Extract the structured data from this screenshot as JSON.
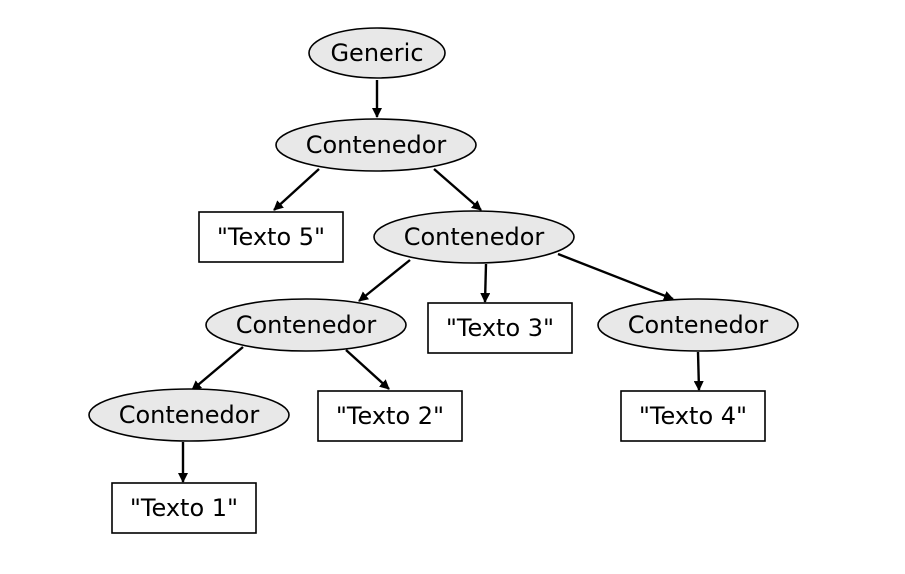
{
  "diagram": {
    "type": "tree",
    "node_fill": "#e8e8e8",
    "nodes": [
      {
        "id": "generic",
        "label": "Generic",
        "shape": "ellipse"
      },
      {
        "id": "c1",
        "label": "Contenedor",
        "shape": "ellipse"
      },
      {
        "id": "t5",
        "label": "\"Texto 5\"",
        "shape": "box"
      },
      {
        "id": "c2",
        "label": "Contenedor",
        "shape": "ellipse"
      },
      {
        "id": "c3",
        "label": "Contenedor",
        "shape": "ellipse"
      },
      {
        "id": "t3",
        "label": "\"Texto 3\"",
        "shape": "box"
      },
      {
        "id": "c4",
        "label": "Contenedor",
        "shape": "ellipse"
      },
      {
        "id": "c5",
        "label": "Contenedor",
        "shape": "ellipse"
      },
      {
        "id": "t2",
        "label": "\"Texto 2\"",
        "shape": "box"
      },
      {
        "id": "t4",
        "label": "\"Texto 4\"",
        "shape": "box"
      },
      {
        "id": "t1",
        "label": "\"Texto 1\"",
        "shape": "box"
      }
    ],
    "edges": [
      {
        "from": "generic",
        "to": "c1"
      },
      {
        "from": "c1",
        "to": "t5"
      },
      {
        "from": "c1",
        "to": "c2"
      },
      {
        "from": "c2",
        "to": "c3"
      },
      {
        "from": "c2",
        "to": "t3"
      },
      {
        "from": "c2",
        "to": "c4"
      },
      {
        "from": "c3",
        "to": "c5"
      },
      {
        "from": "c3",
        "to": "t2"
      },
      {
        "from": "c4",
        "to": "t4"
      },
      {
        "from": "c5",
        "to": "t1"
      }
    ]
  }
}
